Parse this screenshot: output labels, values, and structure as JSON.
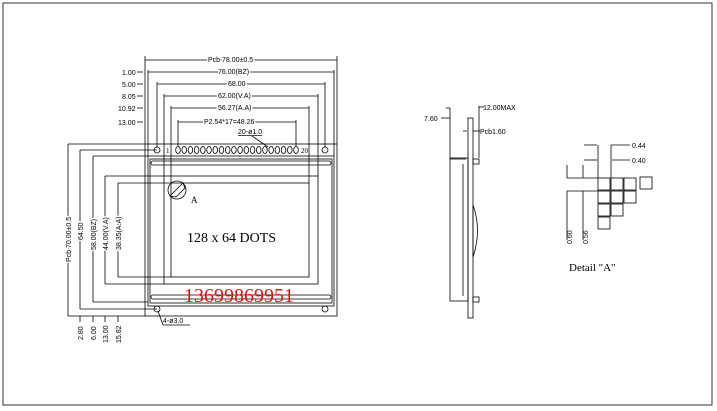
{
  "front_view": {
    "dims_top": [
      "Pcb  78.00±0.5",
      "76.00(BZ)",
      "68.00",
      "62.00(V.A)",
      "56.27(A.A)",
      "P2.54*17=48.26",
      "20-ø1.0"
    ],
    "dims_top_offsets": [
      "1.00",
      "5.00",
      "8.05",
      "10.92",
      "13.00"
    ],
    "dims_left": [
      "Pcb  70.00±0.5",
      "64.50",
      "58.00(BZ)",
      "44.00(V.A)",
      "38.35(A.A)"
    ],
    "dims_bottom_offsets": [
      "2.80",
      "6.00",
      "13.00",
      "15.82"
    ],
    "pin_first": "1",
    "pin_last": "20",
    "pin_count": 20,
    "detail_marker": "A",
    "screen_label": "128 x 64 DOTS",
    "phone_watermark": "13699869951",
    "holes_label": "4-ø3.0",
    "watermark_color": "#e01010"
  },
  "side_view": {
    "dim_thickness": "7.60",
    "dim_max": "12.00MAX",
    "dim_pcb": "Pcb1.60"
  },
  "detail_a": {
    "dim_h1": "0.44",
    "dim_h2": "0.40",
    "dim_v1": "0.60",
    "dim_v2": "0.56",
    "caption": "Detail \"A\""
  }
}
